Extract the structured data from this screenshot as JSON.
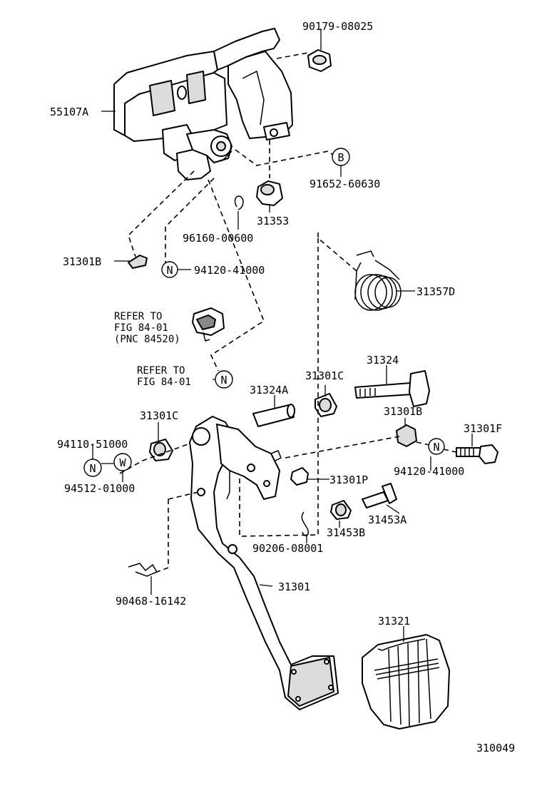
{
  "figure_number": "310049",
  "callouts": {
    "p90179_08025": "90179-08025",
    "p55107A": "55107A",
    "p91652_60630": "91652-60630",
    "p31353": "31353",
    "p96160_00600": "96160-00600",
    "p31301B_top": "31301B",
    "p94120_41000_top": "94120-41000",
    "p31357D": "31357D",
    "p31324": "31324",
    "p31324A": "31324A",
    "p31301C_mid": "31301C",
    "p31301C_left": "31301C",
    "p31301B_right": "31301B",
    "p31301F": "31301F",
    "p94110_51000": "94110-51000",
    "p94512_01000": "94512-01000",
    "p94120_41000_right": "94120-41000",
    "p31301P": "31301P",
    "p31453A": "31453A",
    "p31453B": "31453B",
    "p90206_08001": "90206-08001",
    "p31301": "31301",
    "p90468_16142": "90468-16142",
    "p31321": "31321"
  },
  "refer_notes": {
    "refer1_line1": "REFER TO",
    "refer1_line2": "FIG 84-01",
    "refer1_line3": "(PNC 84520)",
    "refer2_line1": "REFER TO",
    "refer2_line2": "FIG 84-01"
  },
  "symbols": {
    "b_letter": "B",
    "n_letter": "N",
    "w_letter": "W"
  }
}
